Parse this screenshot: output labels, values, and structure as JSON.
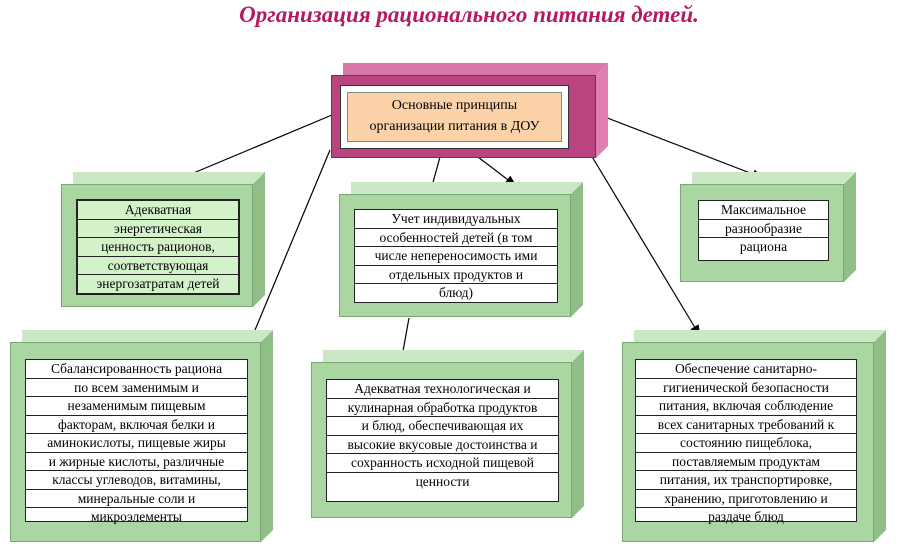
{
  "title": "Организация рационального питания детей.",
  "central": {
    "lines": [
      "Основные принципы",
      "организации питания в ДОУ"
    ]
  },
  "principles": {
    "energy": [
      "Адекватная",
      "энергетическая",
      "ценность рационов,",
      "соответствующая",
      "энергозатратам детей"
    ],
    "individual": [
      "Учет индивидуальных",
      "особенностей детей (в том",
      "числе непереносимость ими",
      "отдельных продуктов и",
      "блюд)"
    ],
    "variety": [
      "Максимальное",
      "разнообразие",
      "рациона"
    ],
    "balance": [
      "Сбалансированность рациона",
      "по всем заменимым и",
      "незаменимым пищевым",
      "факторам, включая белки и",
      "аминокислоты, пищевые жиры",
      "и жирные кислоты, различные",
      "классы углеводов, витамины,",
      "минеральные соли и",
      "микроэлементы"
    ],
    "technology": [
      "Адекватная технологическая и",
      "кулинарная обработка продуктов",
      "и блюд, обеспечивающая их",
      "высокие вкусовые достоинства и",
      "сохранность исходной пищевой",
      "ценности"
    ],
    "sanitary": [
      "Обеспечение санитарно-",
      "гигиенической безопасности",
      "питания, включая соблюдение",
      "всех санитарных требований к",
      "состоянию пищеблока,",
      "поставляемым продуктам",
      "питания, их транспортировке,",
      "хранению, приготовлению и",
      "раздаче блюд"
    ]
  },
  "colors": {
    "title": "#b5195f",
    "green_box": "#a9d6a1",
    "pink_box": "#b8457f",
    "peach": "#fcd2a8"
  }
}
